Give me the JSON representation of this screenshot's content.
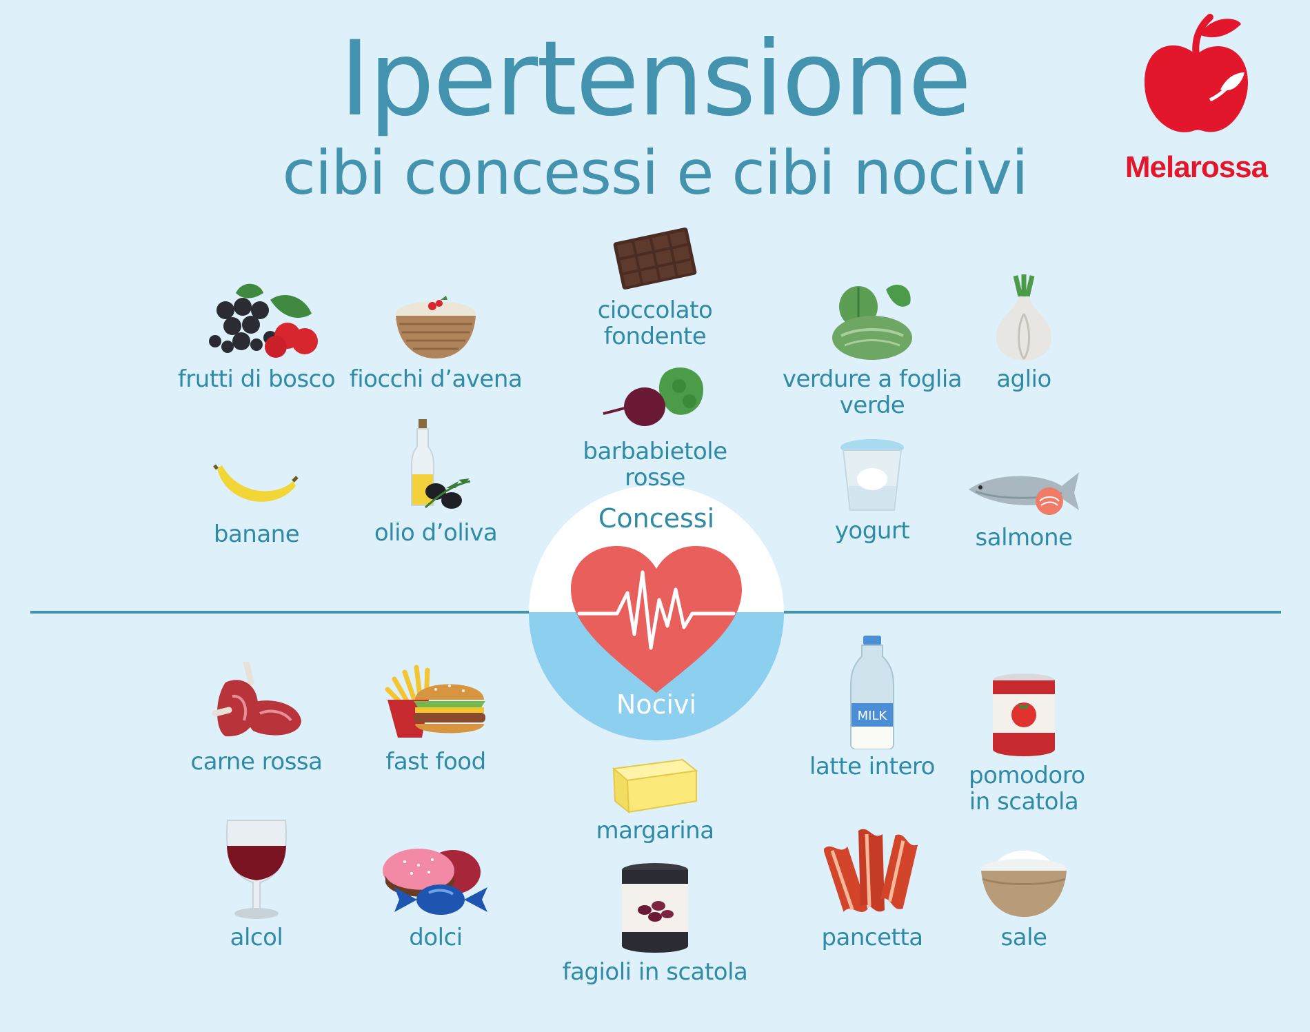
{
  "title": "Ipertensione",
  "subtitle": "cibi concessi e cibi nocivi",
  "brand": "Melarossa",
  "sections": {
    "allowed_label": "Concessi",
    "harmful_label": "Nocivi"
  },
  "allowed_foods": {
    "berries": "frutti di bosco",
    "oats": "fiocchi d’avena",
    "chocolate": "cioccolato fondente",
    "greens": "verdure a foglia verde",
    "garlic": "aglio",
    "beets": "barbabietole rosse",
    "banana": "banane",
    "olive_oil": "olio d’oliva",
    "yogurt": "yogurt",
    "salmon": "salmone"
  },
  "harmful_foods": {
    "red_meat": "carne rossa",
    "fast_food": "fast food",
    "margarine": "margarina",
    "whole_milk": "latte intero",
    "canned_tomato": "pomodoro in scatola",
    "alcohol": "alcol",
    "sweets": "dolci",
    "canned_beans": "fagioli in scatola",
    "bacon": "pancetta",
    "salt": "sale"
  },
  "milk_bottle_text": "MILK",
  "colors": {
    "background": "#def0fa",
    "title": "#4393ae",
    "label": "#2f8aa6",
    "brand_red": "#e3172c",
    "heart": "#e85f5c",
    "harmful_zone": "#8dcfee"
  },
  "icons": {
    "berries": "berries-icon",
    "oats": "oat-bowl-icon",
    "chocolate": "chocolate-bar-icon",
    "greens": "leafy-greens-icon",
    "garlic": "garlic-icon",
    "beets": "beetroot-icon",
    "banana": "banana-icon",
    "olive_oil": "olive-oil-icon",
    "yogurt": "yogurt-cup-icon",
    "salmon": "salmon-icon",
    "red_meat": "red-meat-icon",
    "fast_food": "burger-fries-icon",
    "margarine": "margarine-icon",
    "whole_milk": "milk-bottle-icon",
    "canned_tomato": "tomato-can-icon",
    "alcohol": "wine-glass-icon",
    "sweets": "candy-icon",
    "canned_beans": "bean-can-icon",
    "bacon": "bacon-icon",
    "salt": "salt-bowl-icon",
    "heart": "heartbeat-icon",
    "logo": "apple-logo-icon"
  }
}
